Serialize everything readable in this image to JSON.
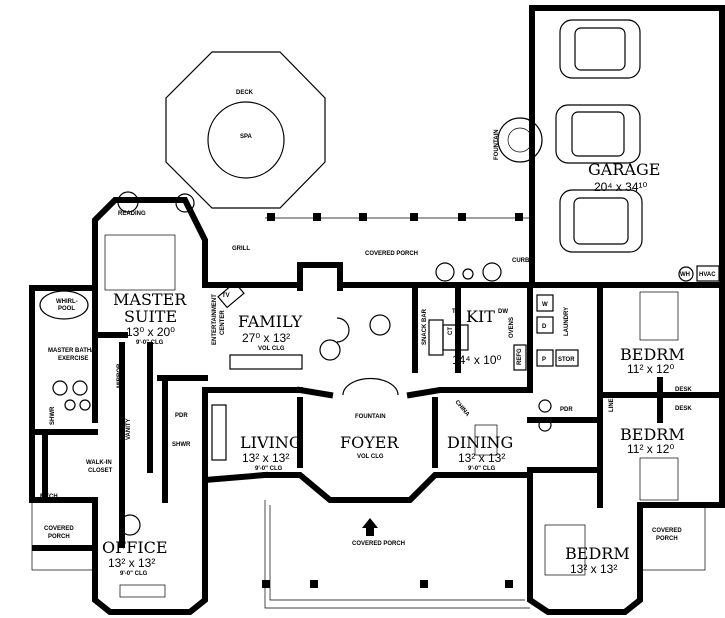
{
  "outdoor": {
    "deck": "DECK",
    "spa": "SPA",
    "reading": "READING",
    "grill": "GRILL",
    "covered_porch_rear": "COVERED PORCH",
    "fountain_garden": "FOUNTAIN",
    "curb": "CURB",
    "wh": "WH",
    "hvac": "HVAC"
  },
  "garage": {
    "name": "GARAGE",
    "dim": "20⁴ x 34¹⁰"
  },
  "master": {
    "name_line1": "MASTER",
    "name_line2": "SUITE",
    "dim": "13⁰ x 20⁰",
    "clg": "9'-0\" CLG",
    "whirlpool_1": "WHIRL-",
    "whirlpool_2": "POOL",
    "bath_1": "MASTER BATH/",
    "bath_2": "EXERCISE",
    "mirror": "MIRROR",
    "vanity": "VANITY",
    "shwr": "SHWR",
    "closet_1": "WALK-IN",
    "closet_2": "CLOSET",
    "mech": "MECH",
    "pdr": "PDR",
    "shwr2": "SHWR"
  },
  "family": {
    "name": "FAMILY",
    "dim": "27⁰ x 13²",
    "clg": "VOL CLG",
    "tv": "TV",
    "ent_1": "ENTERTAINMENT",
    "ent_2": "CENTER"
  },
  "kitchen": {
    "name": "KIT",
    "dim": "14⁴ x 10⁰",
    "tc": "TC",
    "dw": "DW",
    "snack_bar": "SNACK BAR",
    "ct": "CT",
    "ovens": "OVENS",
    "refg": "REFG"
  },
  "laundry": {
    "name": "LAUNDRY",
    "w": "W",
    "d": "D",
    "p": "P",
    "stor": "STOR"
  },
  "bedroom2": {
    "name": "BEDRM",
    "dim": "11² x 12⁰"
  },
  "bedroom3": {
    "name": "BEDRM",
    "dim": "11² x 12⁰"
  },
  "linen": "LINEN",
  "desk1": "DESK",
  "desk2": "DESK",
  "living": {
    "name": "LIVING",
    "dim": "13² x 13²",
    "clg": "9'-0\" CLG"
  },
  "foyer": {
    "name": "FOYER",
    "clg": "VOL CLG",
    "fountain": "FOUNTAIN"
  },
  "dining": {
    "name": "DINING",
    "dim": "13² x 13²",
    "clg": "9'-0\" CLG",
    "china": "CHINA",
    "pdr": "PDR"
  },
  "front_porch": "COVERED PORCH",
  "bedroom4": {
    "name": "BEDRM",
    "dim": "13² x 13²"
  },
  "porch_left": {
    "l1": "COVERED",
    "l2": "PORCH"
  },
  "porch_right": {
    "l1": "COVERED",
    "l2": "PORCH"
  },
  "office": {
    "name": "OFFICE",
    "dim": "13² x 13²",
    "clg": "9'-0\" CLG"
  }
}
